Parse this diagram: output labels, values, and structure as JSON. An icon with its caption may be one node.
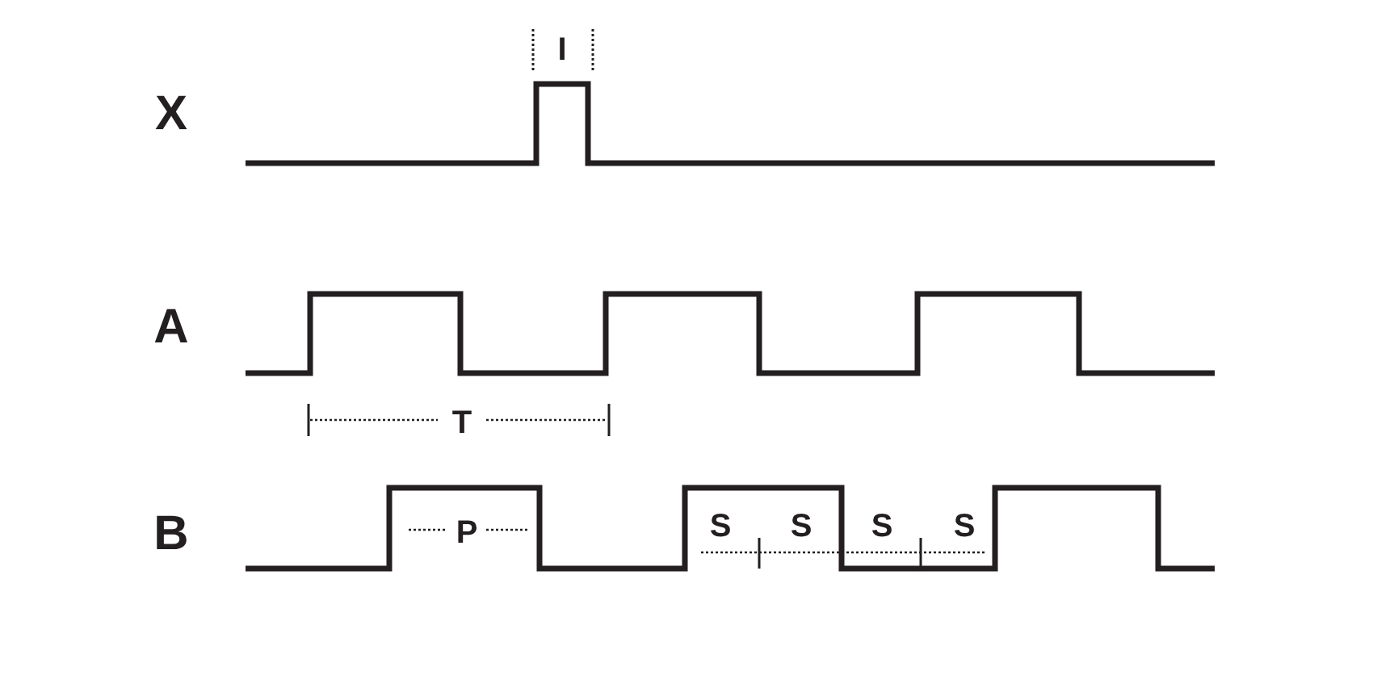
{
  "diagram": {
    "labels": [
      "I",
      "X",
      "A",
      "T",
      "B",
      "P",
      "S",
      "S",
      "S",
      "S"
    ]
  }
}
